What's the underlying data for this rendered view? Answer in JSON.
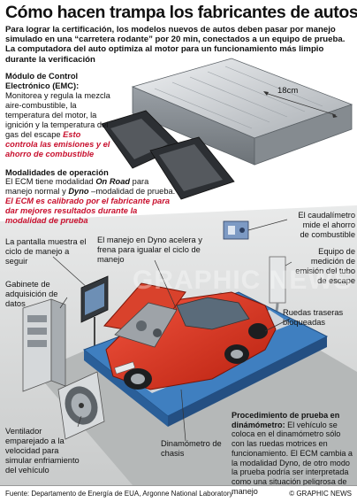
{
  "title": "Cómo hacen trampa los fabricantes de autos",
  "intro": "Para lograr la certificación, los modelos nuevos de autos deben pasar por manejo simulado en una “carretera rodante” por 20 min, conectados a un equipo de prueba. La computadora del auto optimiza al motor para un funcionamiento más limpio durante la verificación",
  "emc": {
    "heading": "Módulo de Control Electrónico (EMC):",
    "body": "Monitorea y regula la mezcla aire-combustible, la temperatura del motor, la ignición y la temperatura del gas del escape",
    "emphasis": "Esto controla las emisiones y el ahorro de combustible"
  },
  "modes": {
    "heading": "Modalidades de operación",
    "line1_pre": "El ECM tiene modalidad ",
    "line1_on_road": "On Road",
    "line1_mid": " para manejo normal y ",
    "line1_dyno": "Dyno",
    "line1_post": " –modalidad de prueba. ",
    "emphasis": "El ECM es calibrado por el fabricante para dar mejores resultados durante la modalidad de prueba"
  },
  "dimension": "18cm",
  "labels": {
    "screen": "La pantalla muestra el ciclo de manejo a seguir",
    "dyno_drive": "El manejo en Dyno acelera y frena para igualar el ciclo de manejo",
    "flowmeter": "El caudalímetro mide el ahorro de combustible",
    "emissions": "Equipo de medición de emisión del tubo de escape",
    "cabinet": "Gabinete de adquisición de datos",
    "rollers": "Ruedas traseras bloqueadas",
    "fan": "Ventilador emparejado a la velocidad para simular enfriamiento del vehículo",
    "dynamometer": "Dinamómetro de chasis"
  },
  "procedure": {
    "heading": "Procedimiento de prueba en dinámómetro:",
    "body": "El vehículo se coloca en el dinamómetro sólo con las ruedas motrices en funcionamiento. El ECM cambia a la modalidad Dyno, de otro modo la prueba podría ser interpretada como una situación peligrosa de manejo"
  },
  "watermark": "GRAPHIC NEWS",
  "source": "Fuente: Departamento de Energía de EUA, Argonne National Laboratory",
  "credit": "© GRAPHIC NEWS",
  "colors": {
    "car_red": "#e0301e",
    "platform_blue": "#3f7fc0",
    "ecm_silver": "#c8ccd0",
    "accent_red": "#c8102e"
  }
}
